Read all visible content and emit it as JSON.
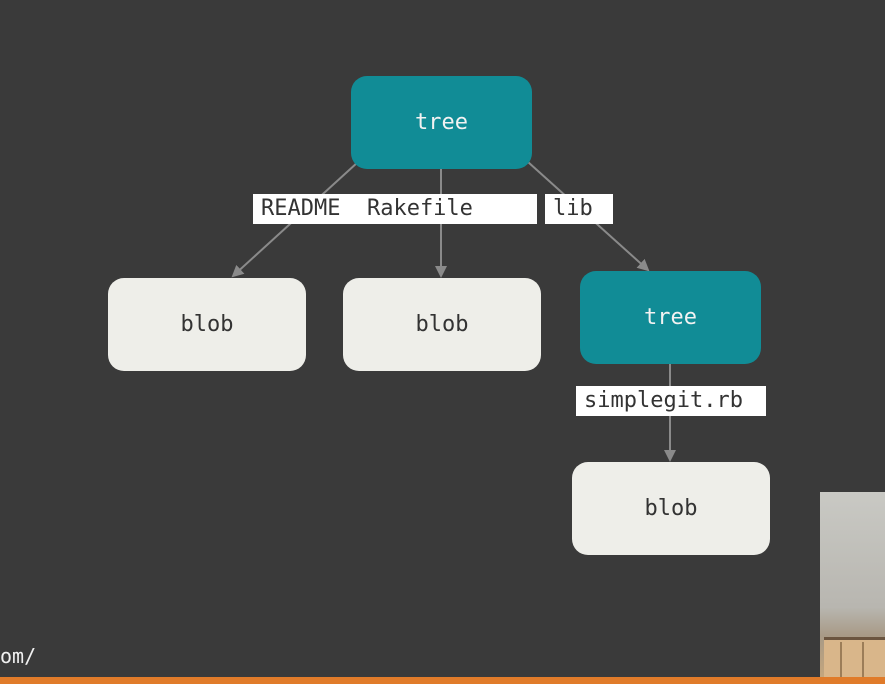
{
  "diagram": {
    "nodes": {
      "root_tree": "tree",
      "blob_readme": "blob",
      "blob_rakefile": "blob",
      "lib_tree": "tree",
      "blob_simplegit": "blob"
    },
    "edge_labels": {
      "readme_rakefile": "README  Rakefile",
      "lib": "lib",
      "simplegit": "simplegit.rb"
    }
  },
  "footer": {
    "url_fragment": "om/"
  },
  "colors": {
    "background": "#3a3a3a",
    "tree_node": "#118c96",
    "blob_node": "#eeeee9",
    "edge": "#8a8a8a",
    "accent_bar": "#e07b2a"
  }
}
